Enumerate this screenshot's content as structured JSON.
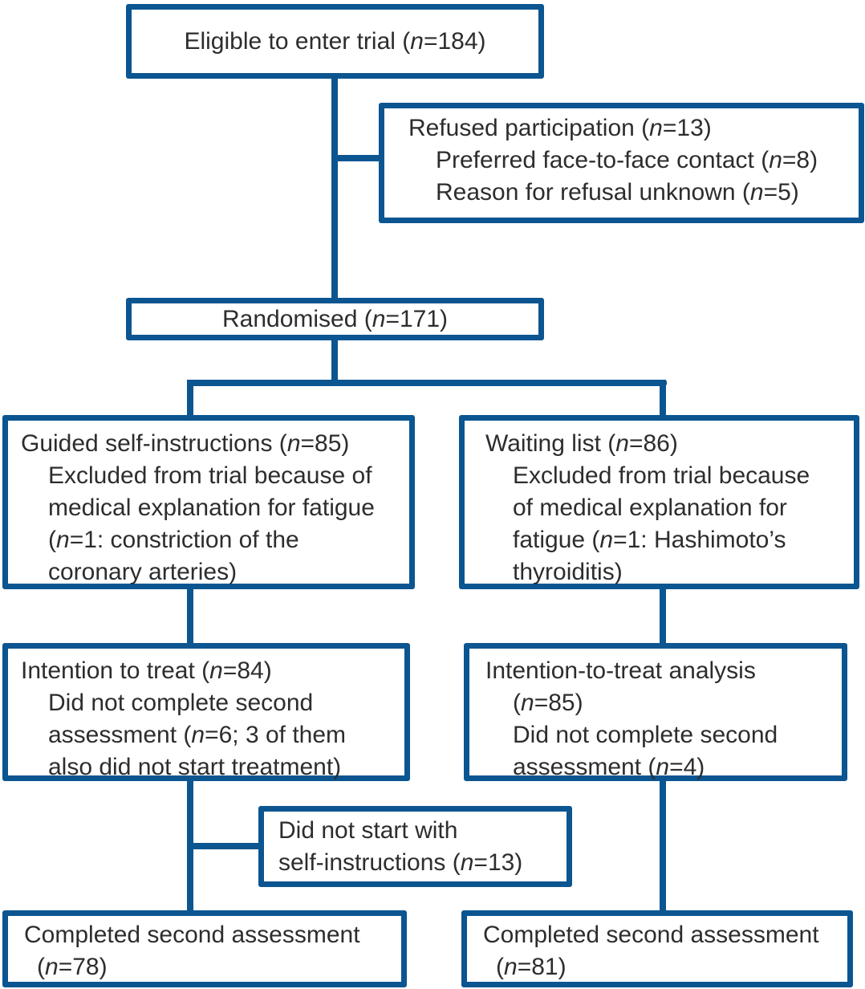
{
  "figure": {
    "type": "flow-diagram"
  },
  "colors": {
    "line": "#0b5591",
    "text": "#2d2d2d",
    "background": "#ffffff"
  },
  "boxes": [
    {
      "id": "eligible",
      "lines": [
        {
          "ind": 0,
          "seg": [
            [
              "Eligible to enter trial (",
              0
            ],
            [
              "n",
              1
            ],
            [
              "=184)",
              0
            ]
          ]
        }
      ]
    },
    {
      "id": "refused",
      "lines": [
        {
          "ind": 0,
          "seg": [
            [
              "Refused participation (",
              0
            ],
            [
              "n",
              1
            ],
            [
              "=13)",
              0
            ]
          ]
        },
        {
          "ind": 1,
          "seg": [
            [
              "Preferred face-to-face contact (",
              0
            ],
            [
              "n",
              1
            ],
            [
              "=8)",
              0
            ]
          ]
        },
        {
          "ind": 1,
          "seg": [
            [
              "Reason for refusal unknown (",
              0
            ],
            [
              "n",
              1
            ],
            [
              "=5)",
              0
            ]
          ]
        }
      ]
    },
    {
      "id": "randomised",
      "lines": [
        {
          "ind": 0,
          "seg": [
            [
              "Randomised (",
              0
            ],
            [
              "n",
              1
            ],
            [
              "=171)",
              0
            ]
          ]
        }
      ]
    },
    {
      "id": "guided",
      "lines": [
        {
          "ind": 0,
          "seg": [
            [
              "Guided self-instructions (",
              0
            ],
            [
              "n",
              1
            ],
            [
              "=85)",
              0
            ]
          ]
        },
        {
          "ind": 1,
          "seg": [
            [
              "Excluded from trial because of",
              0
            ]
          ]
        },
        {
          "ind": 1,
          "seg": [
            [
              "medical explanation for fatigue",
              0
            ]
          ]
        },
        {
          "ind": 1,
          "seg": [
            [
              "(",
              0
            ],
            [
              "n",
              1
            ],
            [
              "=1: constriction of the",
              0
            ]
          ]
        },
        {
          "ind": 1,
          "seg": [
            [
              "coronary arteries)",
              0
            ]
          ]
        }
      ]
    },
    {
      "id": "waiting",
      "lines": [
        {
          "ind": 0,
          "seg": [
            [
              "Waiting list (",
              0
            ],
            [
              "n",
              1
            ],
            [
              "=86)",
              0
            ]
          ]
        },
        {
          "ind": 1,
          "seg": [
            [
              "Excluded from trial because",
              0
            ]
          ]
        },
        {
          "ind": 1,
          "seg": [
            [
              "of medical explanation for",
              0
            ]
          ]
        },
        {
          "ind": 1,
          "seg": [
            [
              "fatigue (",
              0
            ],
            [
              "n",
              1
            ],
            [
              "=1: Hashimoto’s",
              0
            ]
          ]
        },
        {
          "ind": 1,
          "seg": [
            [
              "thyroiditis)",
              0
            ]
          ]
        }
      ]
    },
    {
      "id": "itt_left",
      "lines": [
        {
          "ind": 0,
          "seg": [
            [
              "Intention to treat (",
              0
            ],
            [
              "n",
              1
            ],
            [
              "=84)",
              0
            ]
          ]
        },
        {
          "ind": 1,
          "seg": [
            [
              "Did not complete second",
              0
            ]
          ]
        },
        {
          "ind": 1,
          "seg": [
            [
              "assessment (",
              0
            ],
            [
              "n",
              1
            ],
            [
              "=6; 3 of them",
              0
            ]
          ]
        },
        {
          "ind": 1,
          "seg": [
            [
              "also did not start treatment)",
              0
            ]
          ]
        }
      ]
    },
    {
      "id": "itt_right",
      "lines": [
        {
          "ind": 0,
          "seg": [
            [
              "Intention-to-treat analysis",
              0
            ]
          ]
        },
        {
          "ind": 1,
          "seg": [
            [
              "(",
              0
            ],
            [
              "n",
              1
            ],
            [
              "=85)",
              0
            ]
          ]
        },
        {
          "ind": 1,
          "seg": [
            [
              "Did not complete second",
              0
            ]
          ]
        },
        {
          "ind": 1,
          "seg": [
            [
              "assessment (",
              0
            ],
            [
              "n",
              1
            ],
            [
              "=4)",
              0
            ]
          ]
        }
      ]
    },
    {
      "id": "did_not_start",
      "lines": [
        {
          "ind": 0,
          "seg": [
            [
              "Did not start with",
              0
            ]
          ]
        },
        {
          "ind": 0,
          "seg": [
            [
              "self-instructions (",
              0
            ],
            [
              "n",
              1
            ],
            [
              "=13)",
              0
            ]
          ]
        }
      ]
    },
    {
      "id": "completed_left",
      "lines": [
        {
          "ind": 0,
          "seg": [
            [
              "Completed second assessment",
              0
            ]
          ]
        },
        {
          "ind": 2,
          "seg": [
            [
              "(",
              0
            ],
            [
              "n",
              1
            ],
            [
              "=78)",
              0
            ]
          ]
        }
      ]
    },
    {
      "id": "completed_right",
      "lines": [
        {
          "ind": 0,
          "seg": [
            [
              "Completed second assessment",
              0
            ]
          ]
        },
        {
          "ind": 2,
          "seg": [
            [
              "(",
              0
            ],
            [
              "n",
              1
            ],
            [
              "=81)",
              0
            ]
          ]
        }
      ]
    }
  ],
  "edges": [
    {
      "from": "eligible",
      "to": "randomised"
    },
    {
      "from": "eligible",
      "to": "refused"
    },
    {
      "from": "randomised",
      "to": "guided"
    },
    {
      "from": "randomised",
      "to": "waiting"
    },
    {
      "from": "guided",
      "to": "itt_left"
    },
    {
      "from": "waiting",
      "to": "itt_right"
    },
    {
      "from": "itt_left",
      "to": "did_not_start"
    },
    {
      "from": "itt_left",
      "to": "completed_left"
    },
    {
      "from": "itt_right",
      "to": "completed_right"
    }
  ]
}
